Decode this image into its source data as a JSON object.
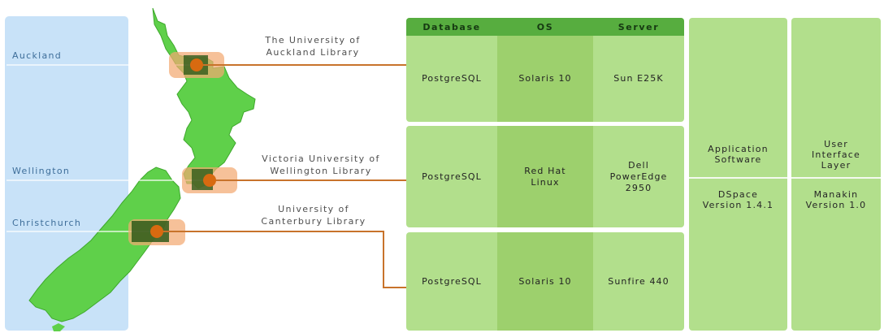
{
  "map": {
    "cities": [
      {
        "name": "Auckland"
      },
      {
        "name": "Wellington"
      },
      {
        "name": "Christchurch"
      }
    ],
    "libraries": [
      {
        "name": "The University of\nAuckland Library"
      },
      {
        "name": "Victoria University of\nWellington Library"
      },
      {
        "name": "University of\nCanterbury Library"
      }
    ]
  },
  "table": {
    "headers": [
      "Database",
      "OS",
      "Server"
    ],
    "rows": [
      {
        "database": "PostgreSQL",
        "os": "Solaris 10",
        "server": "Sun E25K"
      },
      {
        "database": "PostgreSQL",
        "os": "Red Hat\nLinux",
        "server": "Dell\nPowerEdge\n2950"
      },
      {
        "database": "PostgreSQL",
        "os": "Solaris 10",
        "server": "Sunfire 440"
      }
    ]
  },
  "columns": {
    "application": {
      "title": "Application\nSoftware",
      "value": "DSpace\nVersion 1.4.1"
    },
    "ui_layer": {
      "title": "User\nInterface\nLayer",
      "value": "Manakin\nVersion 1.0"
    }
  },
  "colors": {
    "sea": "#c8e2f8",
    "land": "#5fd04a",
    "connector": "#c8732b",
    "marker": "#d76a10",
    "panel_light": "#b2df8c",
    "panel_mid": "#9dd06d",
    "header": "#57ad3f"
  }
}
